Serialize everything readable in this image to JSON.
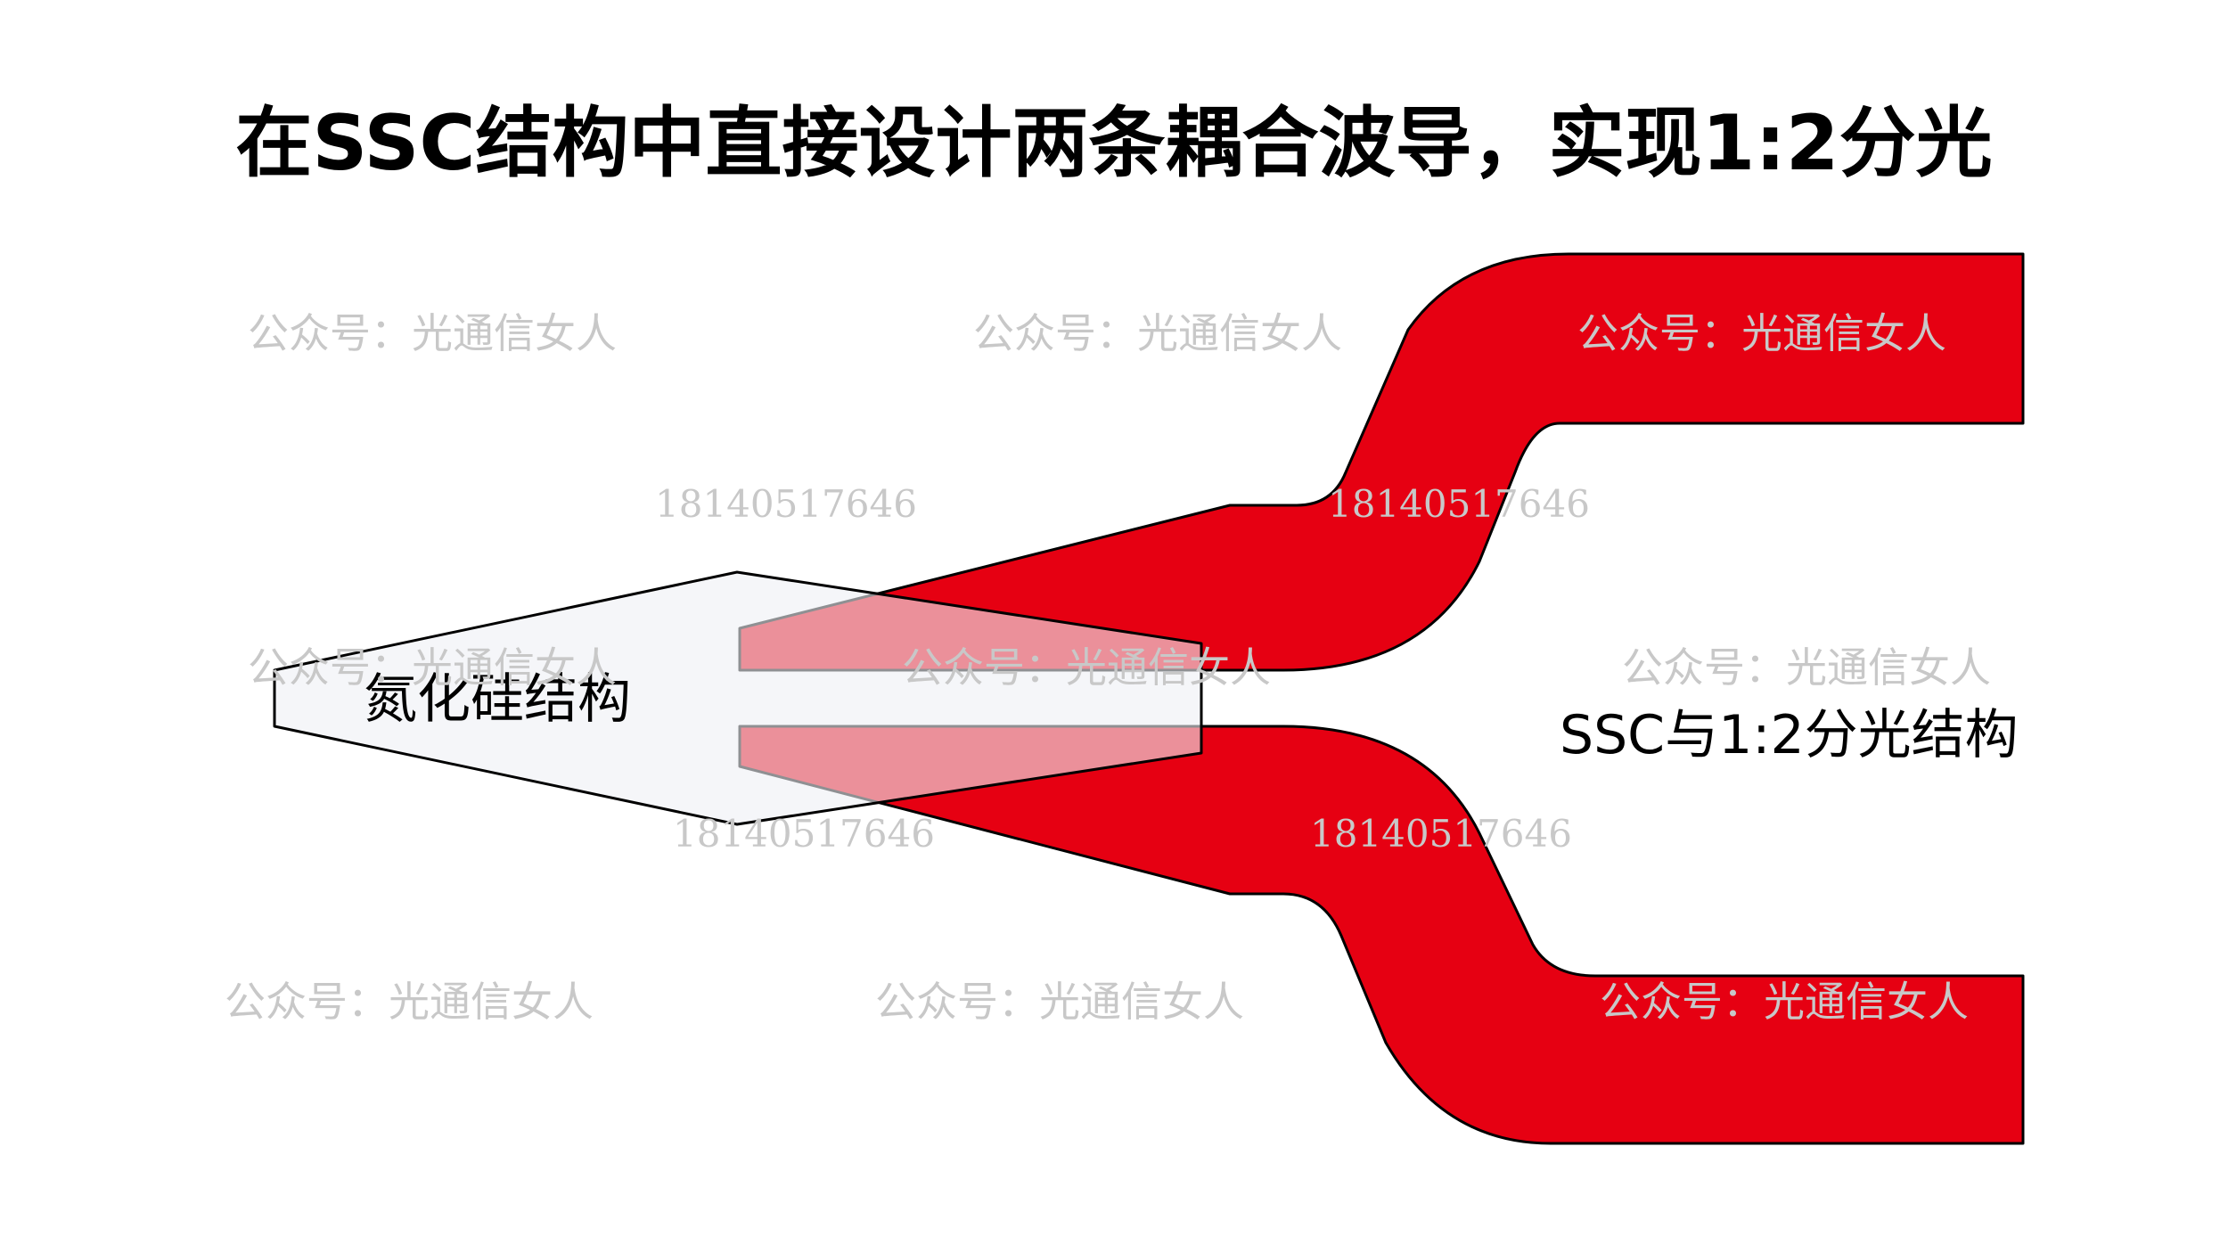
{
  "title": "在SSC结构中直接设计两条耦合波导，实现1:2分光",
  "labels": {
    "sin_structure": "氮化硅结构",
    "ssc_splitter": "SSC与1:2分光结构"
  },
  "watermark": {
    "account_text": "公众号：光通信女人",
    "phone_text": "18140517646"
  },
  "colors": {
    "waveguide_fill": "#e60012",
    "sin_fill": "#eef0f5",
    "outline": "#000000",
    "watermark": "#c8c8c8"
  }
}
